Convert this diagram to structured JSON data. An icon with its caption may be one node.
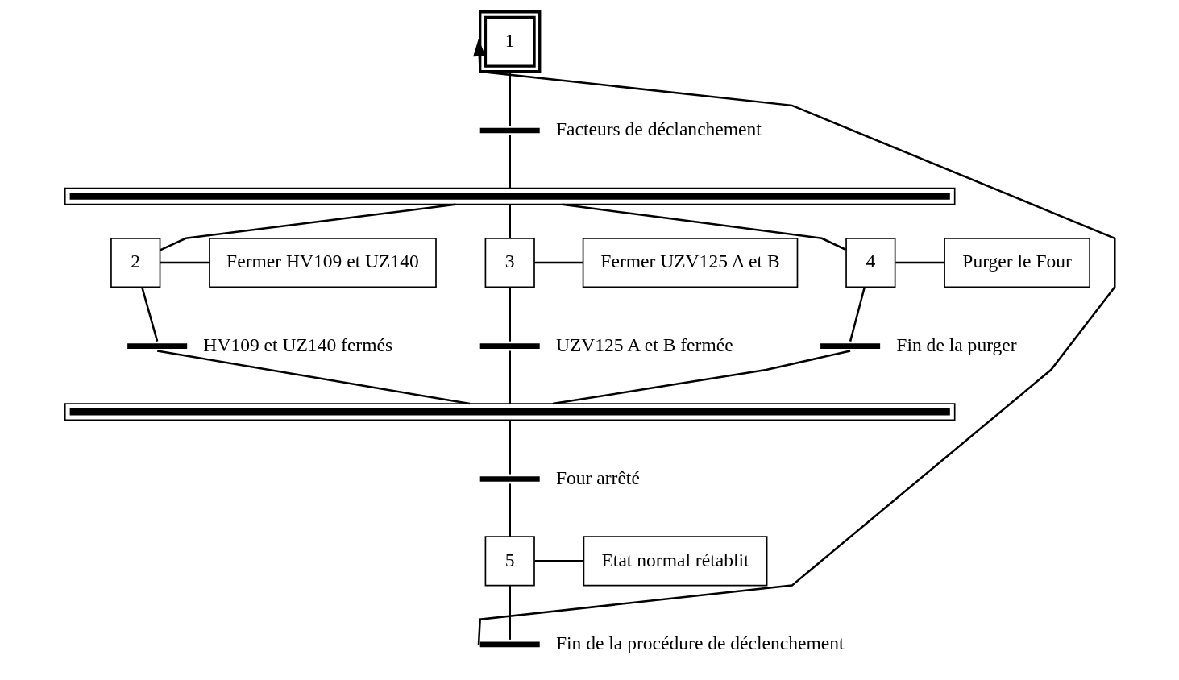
{
  "diagram": {
    "nodes": [
      {
        "text": [
          "1"
        ]
      },
      {
        "text": [],
        "shape": "bar",
        "beside": [
          "Facteurs de déclanchement"
        ]
      },
      {
        "text": [],
        "shape": "bar"
      },
      {
        "text": [
          "2"
        ]
      },
      {
        "text": [
          "Fermer HV109 et UZ140"
        ]
      },
      {
        "text": [
          "3"
        ]
      },
      {
        "text": [
          "Fermer UZV125 A et B"
        ]
      },
      {
        "text": [
          "4"
        ]
      },
      {
        "text": [
          "Purger le Four"
        ]
      },
      {
        "text": [],
        "shape": "bar",
        "beside": [
          "HV109 et UZ140 fermés"
        ]
      },
      {
        "text": [],
        "shape": "bar",
        "beside": [
          "UZV125 A et B fermée"
        ]
      },
      {
        "text": [],
        "shape": "bar",
        "beside": [
          "Fin de la purger"
        ]
      },
      {
        "text": [],
        "shape": "bar"
      },
      {
        "text": [],
        "shape": "bar",
        "beside": [
          "Four arrêté"
        ]
      },
      {
        "text": [
          "5"
        ]
      },
      {
        "text": [
          "Etat normal rétablit"
        ]
      },
      {
        "text": [],
        "shape": "bar",
        "beside": [
          "Fin de la procédure de déclenchement"
        ]
      }
    ],
    "edges": [
      {
        "from": 0,
        "to": 1,
        "arrow": "none"
      },
      {
        "from": 1,
        "to": 2,
        "arrow": "none"
      },
      {
        "from": 2,
        "to": 3,
        "arrow": "none"
      },
      {
        "from": 2,
        "to": 5,
        "arrow": "none"
      },
      {
        "from": 2,
        "to": 7,
        "arrow": "none"
      },
      {
        "from": 3,
        "to": 4,
        "arrow": "none"
      },
      {
        "from": 5,
        "to": 6,
        "arrow": "none"
      },
      {
        "from": 7,
        "to": 8,
        "arrow": "none"
      },
      {
        "from": 3,
        "to": 9,
        "arrow": "none"
      },
      {
        "from": 5,
        "to": 10,
        "arrow": "none"
      },
      {
        "from": 7,
        "to": 11,
        "arrow": "none"
      },
      {
        "from": 9,
        "to": 12,
        "arrow": "none"
      },
      {
        "from": 10,
        "to": 12,
        "arrow": "none"
      },
      {
        "from": 11,
        "to": 12,
        "arrow": "none"
      },
      {
        "from": 12,
        "to": 13,
        "arrow": "none"
      },
      {
        "from": 13,
        "to": 14,
        "arrow": "none"
      },
      {
        "from": 14,
        "to": 15,
        "arrow": "none"
      },
      {
        "from": 14,
        "to": 16,
        "arrow": "none"
      },
      {
        "from": 16,
        "to": 0,
        "arrow": "to"
      }
    ]
  }
}
